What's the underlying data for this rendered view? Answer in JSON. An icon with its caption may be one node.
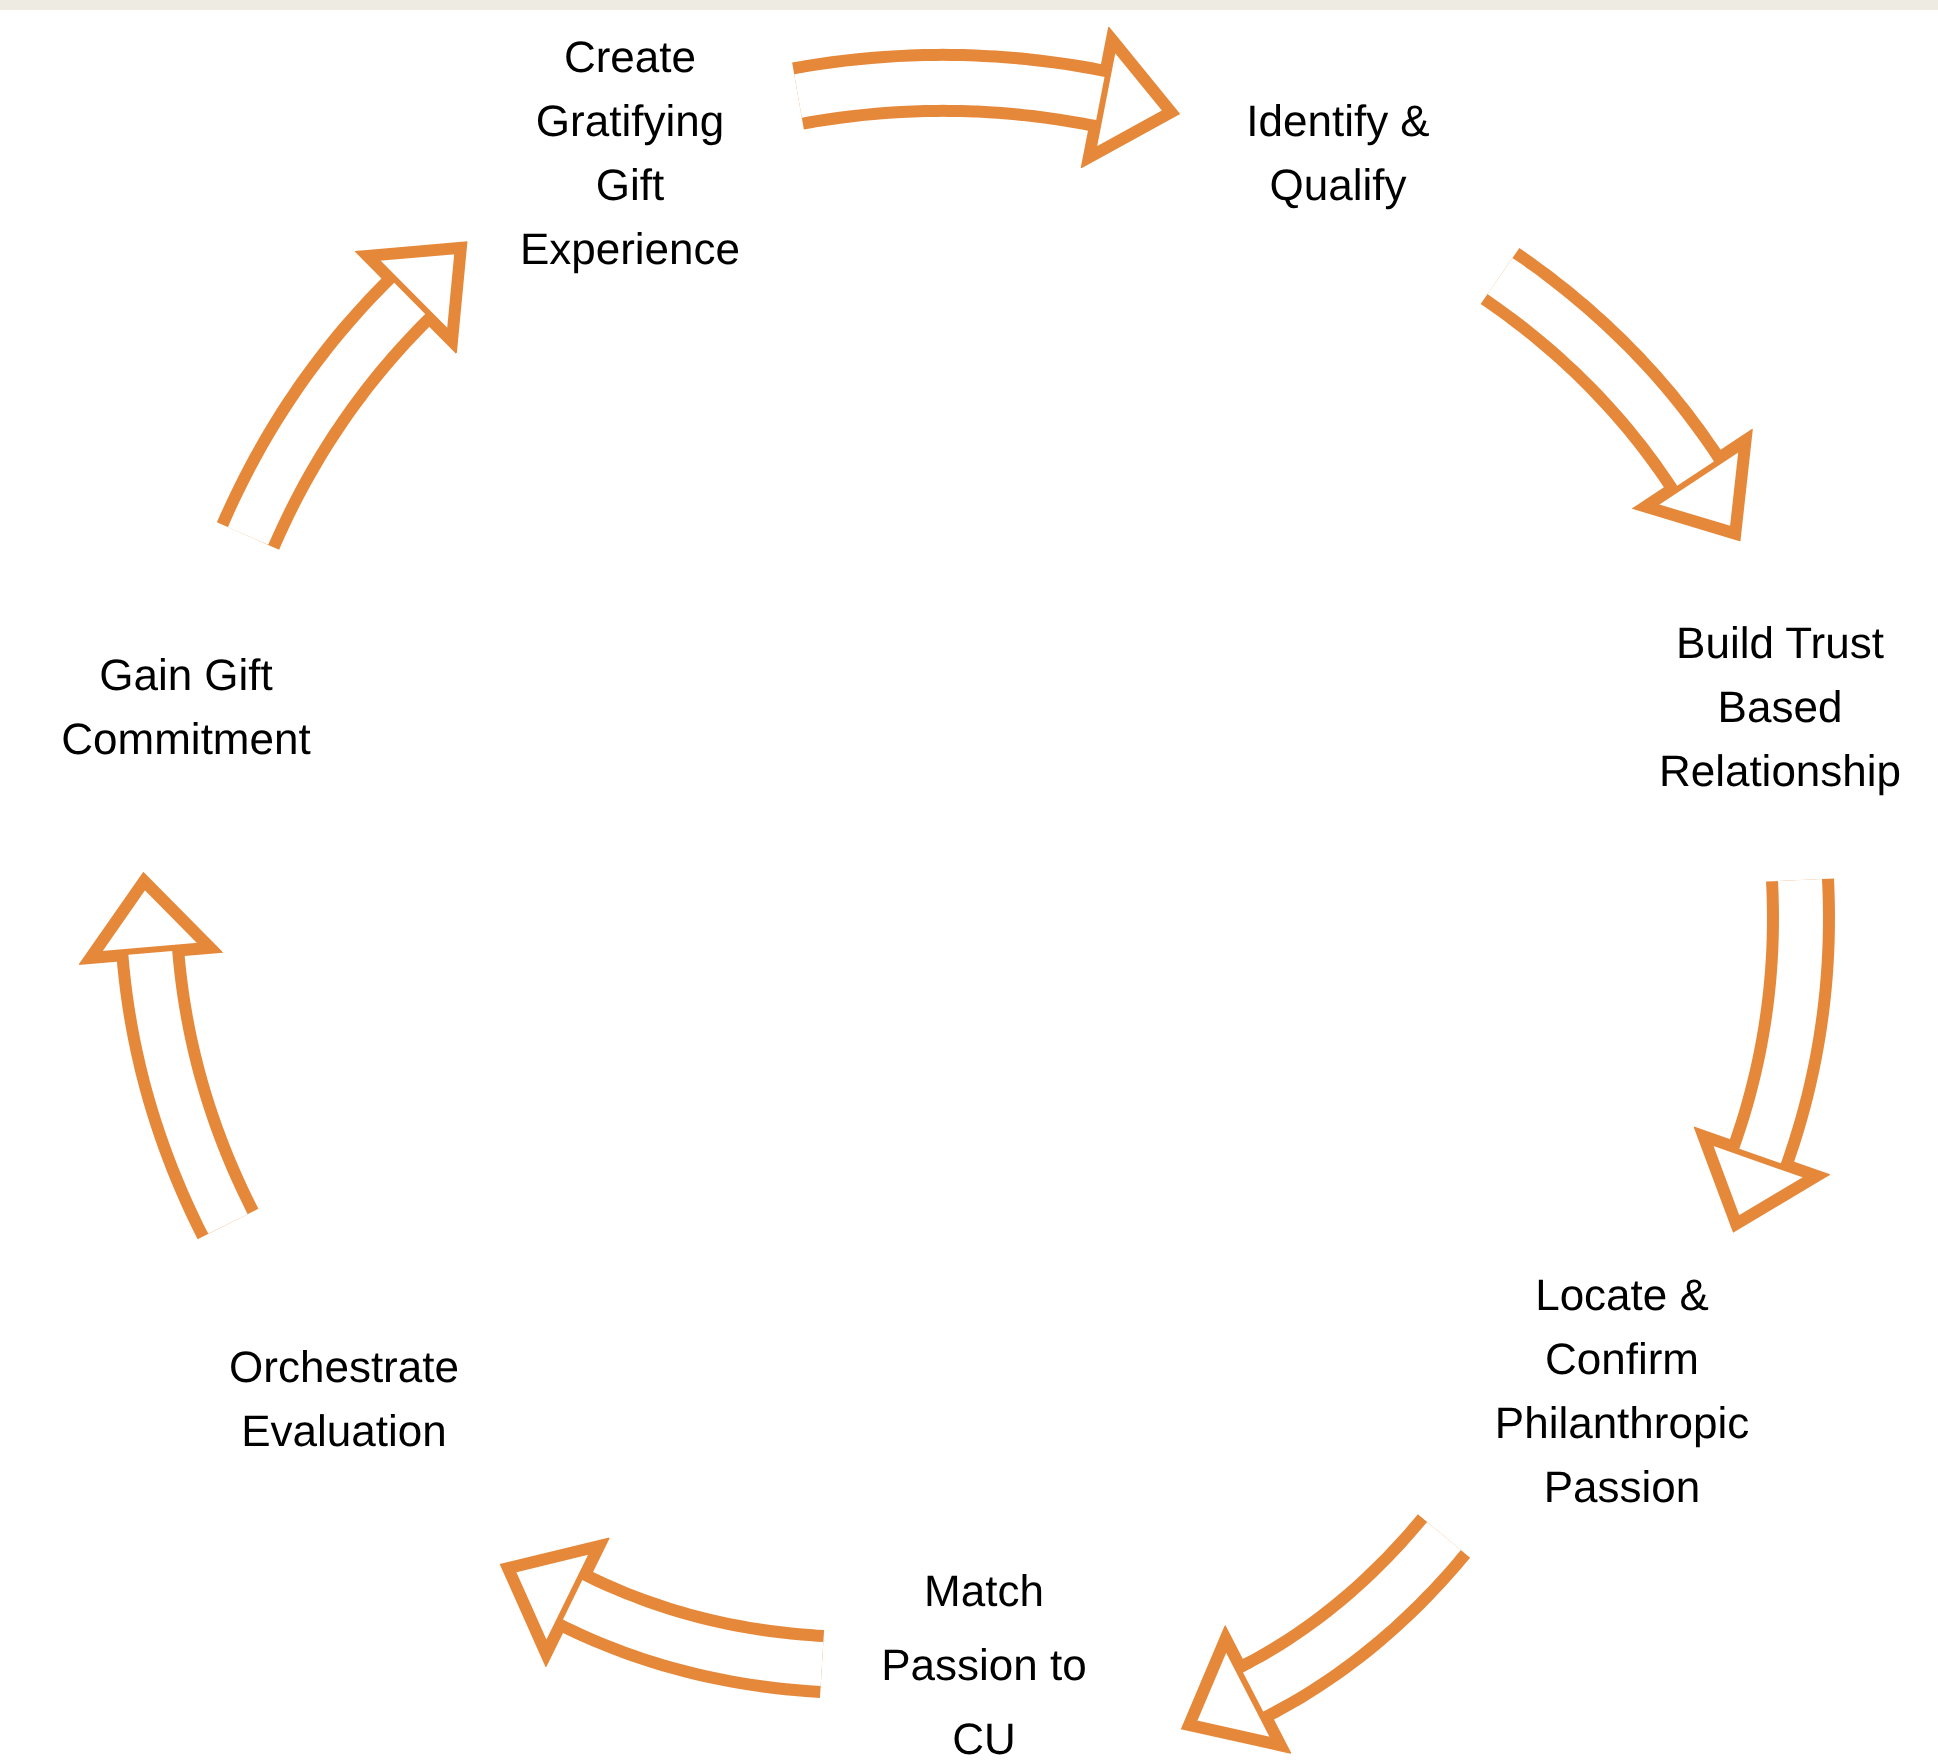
{
  "diagram": {
    "nodes": [
      {
        "text": [
          "Create Gratifying Gift Experience"
        ]
      },
      {
        "text": [
          "Identify & Qualify"
        ]
      },
      {
        "text": [
          "Build Trust Based Relationship"
        ]
      },
      {
        "text": [
          "Locate & Confirm Philanthropic Passion"
        ]
      },
      {
        "text": [
          "Match Passion to CU"
        ]
      },
      {
        "text": [
          "Orchestrate Evaluation"
        ]
      },
      {
        "text": [
          "Gain Gift Commitment"
        ]
      }
    ],
    "edges": [
      {
        "from": 0,
        "to": 1,
        "arrow": "to"
      },
      {
        "from": 1,
        "to": 2,
        "arrow": "to"
      },
      {
        "from": 2,
        "to": 3,
        "arrow": "to"
      },
      {
        "from": 3,
        "to": 4,
        "arrow": "to"
      },
      {
        "from": 4,
        "to": 5,
        "arrow": "to"
      },
      {
        "from": 5,
        "to": 6,
        "arrow": "to"
      },
      {
        "from": 6,
        "to": 0,
        "arrow": "to"
      }
    ]
  }
}
